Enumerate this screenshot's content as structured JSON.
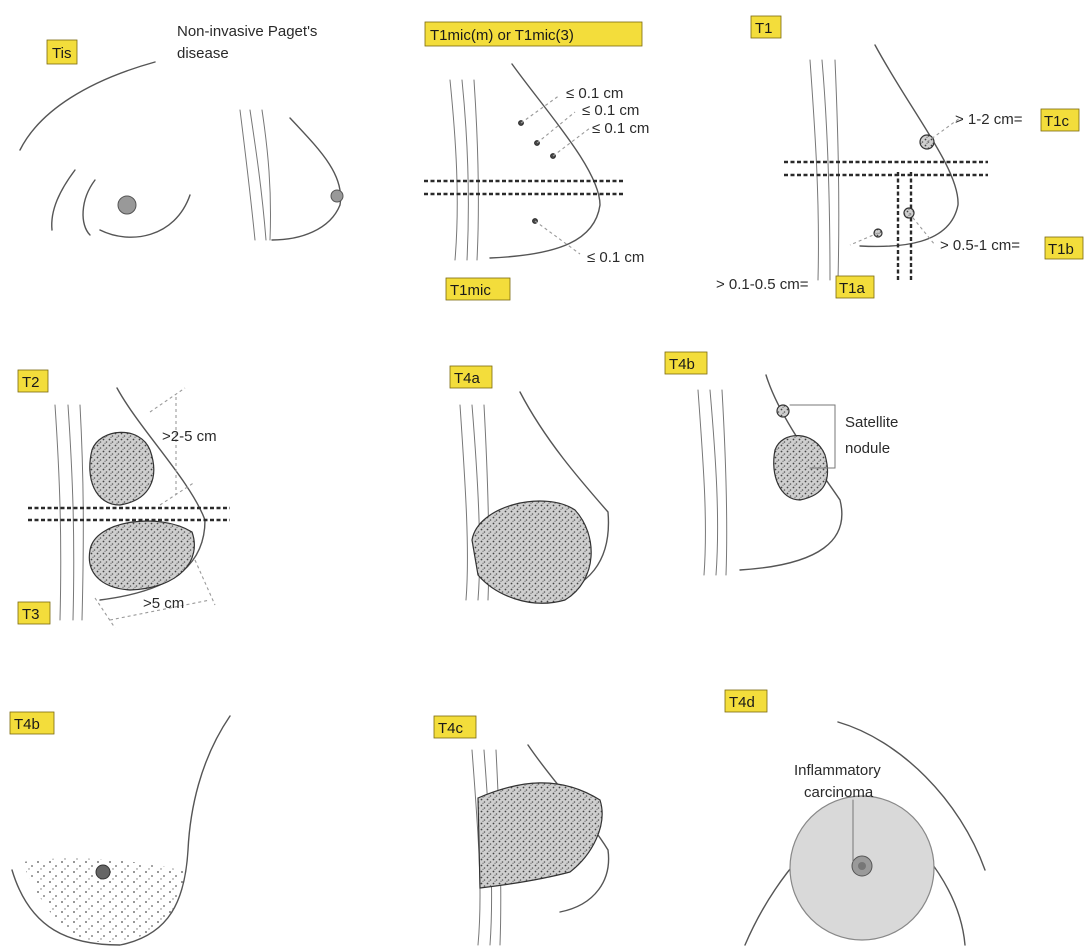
{
  "panels": {
    "tis": {
      "tag": "Tis",
      "note_line1": "Non-invasive Paget's",
      "note_line2": "disease"
    },
    "t1mic": {
      "tag": "T1mic(m) or T1mic(3)",
      "measure1": "≤ 0.1 cm",
      "measure2": "≤ 0.1 cm",
      "measure3": "≤ 0.1 cm",
      "measure4": "≤ 0.1 cm",
      "bottom_tag": "T1mic"
    },
    "t1": {
      "tag": "T1",
      "t1c_prefix": "> 1-2 cm=",
      "t1c_tag": "T1c",
      "t1b_prefix": "> 0.5-1 cm=",
      "t1b_tag": "T1b",
      "t1a_prefix": "> 0.1-0.5 cm=",
      "t1a_tag": "T1a"
    },
    "t2": {
      "tag": "T2",
      "measure": ">2-5 cm"
    },
    "t3": {
      "tag": "T3",
      "measure": ">5 cm"
    },
    "t4a": {
      "tag": "T4a"
    },
    "t4b_top": {
      "tag": "T4b",
      "note_line1": "Satellite",
      "note_line2": "nodule"
    },
    "t4b_bottom": {
      "tag": "T4b"
    },
    "t4c": {
      "tag": "T4c"
    },
    "t4d": {
      "tag": "T4d",
      "note_line1": "Inflammatory",
      "note_line2": "carcinoma"
    }
  },
  "colors": {
    "tag_fill": "#f3dd3b",
    "ink": "#555555",
    "inflamed": "#d9d9d9"
  }
}
